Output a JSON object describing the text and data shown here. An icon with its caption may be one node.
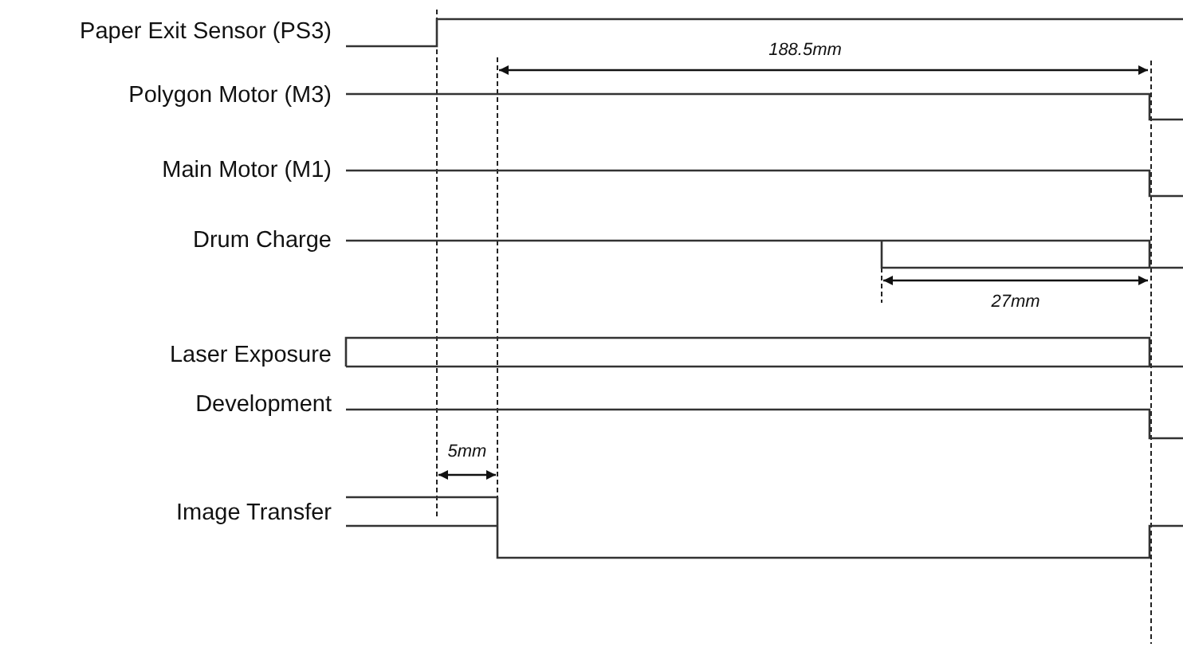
{
  "diagram": {
    "labels": [
      "Paper Exit Sensor (PS3)",
      "188.5mm",
      "Polygon Motor (M3)",
      "Main Motor (M1)",
      "Drum Charge",
      "27mm",
      "Laser Exposure",
      "Development",
      "5mm",
      "Image Transfer"
    ]
  }
}
